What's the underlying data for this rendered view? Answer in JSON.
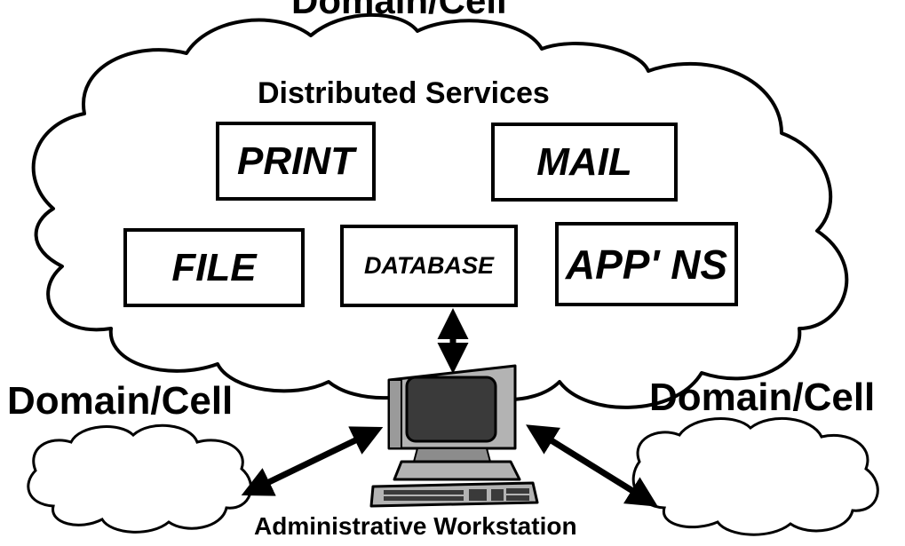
{
  "diagram": {
    "main_cloud_title": "Domain/Cell",
    "section_title": "Distributed Services",
    "services": {
      "print": "PRINT",
      "mail": "MAIL",
      "file": "FILE",
      "database": "DATABASE",
      "apps": "APP' NS"
    },
    "left_cell_label": "Domain/Cell",
    "right_cell_label": "Domain/Cell",
    "workstation_label": "Administrative Workstation"
  },
  "colors": {
    "ink": "#000000",
    "background": "#ffffff",
    "computer_gray": "#b3b3b3",
    "screen_dark": "#3a3a3a"
  }
}
